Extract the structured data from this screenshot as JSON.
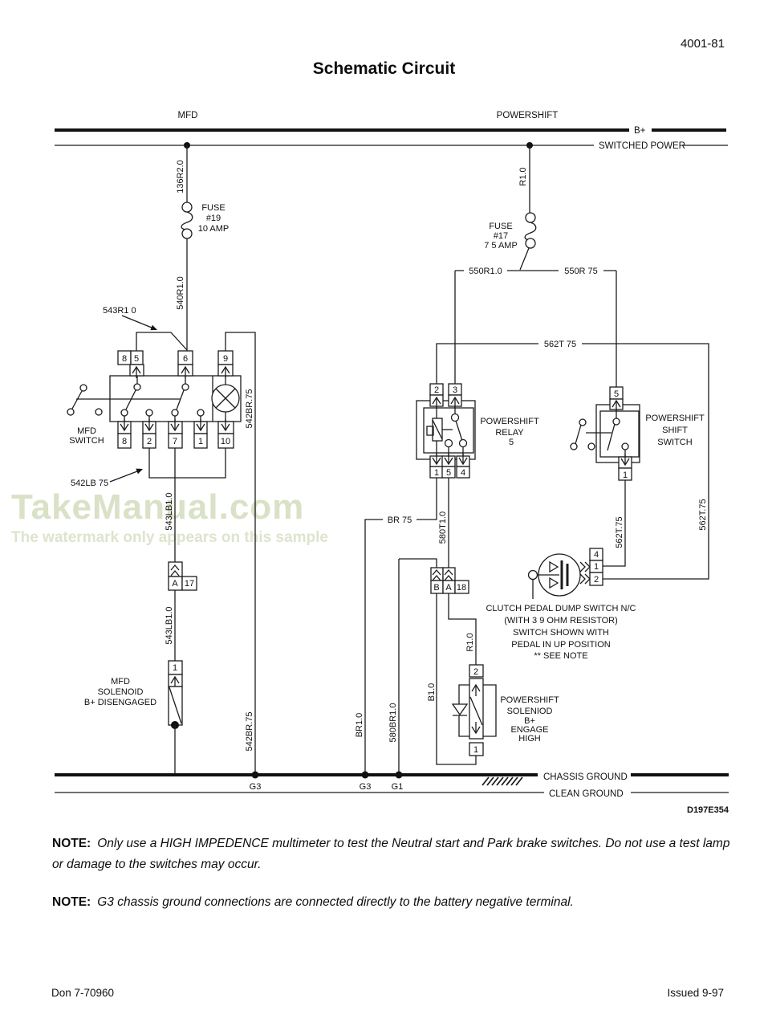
{
  "page": {
    "number": "4001-81",
    "title": "Schematic Circuit",
    "figure_code": "D197E354",
    "footer_left": "Don 7-70960",
    "footer_right": "Issued 9-97"
  },
  "watermark": {
    "line1": "TakeManual.com",
    "line2": "The watermark only appears on this sample"
  },
  "sections": {
    "left": "MFD",
    "right": "POWERSHIFT"
  },
  "rails": {
    "b_plus": "B+",
    "switched_power": "SWITCHED POWER",
    "chassis_ground": "CHASSIS GROUND",
    "clean_ground": "CLEAN GROUND"
  },
  "grounds": {
    "g3_left": "G3",
    "g3_right": "G3",
    "g1": "G1"
  },
  "fuses": {
    "fuse19": [
      "FUSE",
      "#19",
      "10 AMP"
    ],
    "fuse17": [
      "FUSE",
      "#17",
      "7 5 AMP"
    ]
  },
  "wires": {
    "w136r20": "136R2.0",
    "w540r10": "540R1.0",
    "w543r10": "543R1 0",
    "w542lb75": "542LB 75",
    "w542br75": "542BR.75",
    "w543lb10": "543LB1.0",
    "wr10": "R1.0",
    "w550r10": "550R1.0",
    "w550r75": "550R 75",
    "w562t75_line": "562T 75",
    "w562t75": "562T.75",
    "w580t10": "580T1.0",
    "wbr75": "BR 75",
    "wbr10": "BR1.0",
    "w580br10": "580BR1.0",
    "wb10": "B1.0"
  },
  "components": {
    "mfd_switch": [
      "MFD",
      "SWITCH"
    ],
    "relay": [
      "POWERSHIFT",
      "RELAY",
      "5"
    ],
    "shift_switch": [
      "POWERSHIFT",
      "SHIFT",
      "SWITCH"
    ],
    "dump_switch": [
      "CLUTCH PEDAL DUMP SWITCH N/C",
      "(WITH 3 9 OHM RESISTOR)",
      "SWITCH SHOWN WITH",
      "PEDAL IN UP POSITION",
      "** SEE NOTE"
    ],
    "mfd_solenoid": [
      "MFD",
      "SOLENOID",
      "B+ DISENGAGED"
    ],
    "ps_solenoid": [
      "POWERSHIFT",
      "SOLENIOD",
      "B+",
      "ENGAGE",
      "HIGH"
    ]
  },
  "pins": {
    "mfd_top": [
      "8",
      "5",
      "6",
      "9"
    ],
    "mfd_bottom": [
      "8",
      "2",
      "7",
      "1",
      "10"
    ],
    "relay_top": [
      "2",
      "3"
    ],
    "relay_bottom": [
      "1",
      "5",
      "4"
    ],
    "shift_top": "5",
    "shift_bottom": "1",
    "dump": [
      "4",
      "1",
      "2"
    ],
    "conn_a17": [
      "A",
      "17"
    ],
    "conn_ba18": [
      "B",
      "A",
      "18"
    ],
    "mfd_solenoid_pin": "1",
    "ps_solenoid_top": "2",
    "ps_solenoid_bottom": "1"
  },
  "notes": {
    "label1": "NOTE:",
    "text1": "Only use a HIGH IMPEDENCE multimeter to test the Neutral start and Park brake switches. Do not use a test lamp or damage to the switches may occur.",
    "label2": "NOTE:",
    "text2": "G3 chassis ground connections are connected directly to the battery negative terminal."
  }
}
